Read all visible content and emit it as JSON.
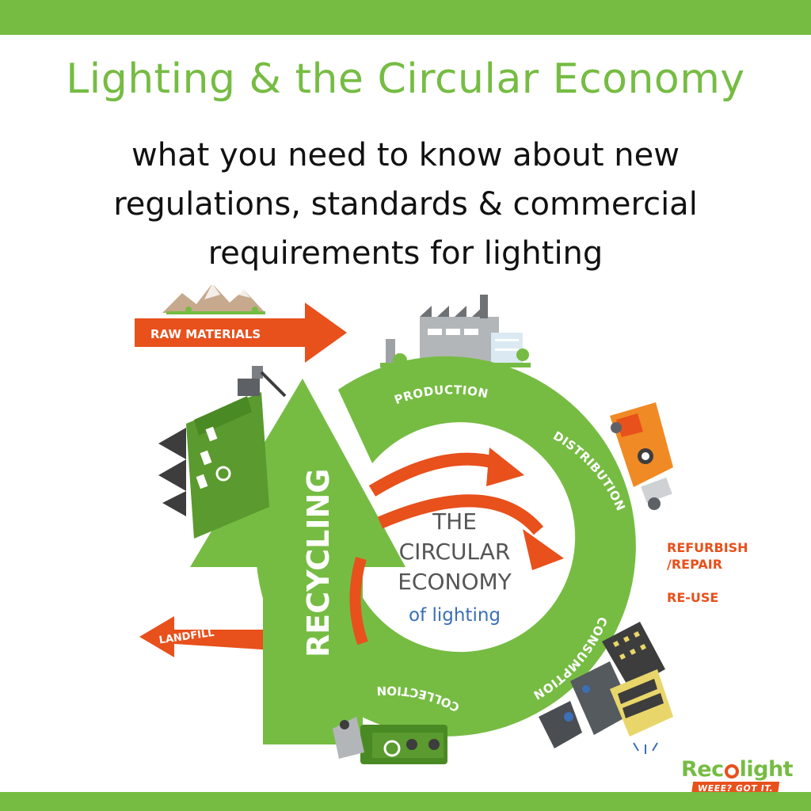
{
  "header": {
    "title": "Lighting & the Circular Economy",
    "subtitle_lines": [
      "what you need to know about new",
      "regulations, standards & commercial",
      "requirements for lighting"
    ]
  },
  "diagram": {
    "center_lines": [
      "THE",
      "CIRCULAR",
      "ECONOMY"
    ],
    "center_sub": "of lighting",
    "stages": [
      "PRODUCTION",
      "DISTRIBUTION",
      "CONSUMPTION",
      "COLLECTION"
    ],
    "recycling": "RECYCLING",
    "raw_materials": "RAW MATERIALS",
    "landfill": "LANDFILL",
    "refurbish": [
      "REFURBISH",
      "/REPAIR"
    ],
    "reuse": "RE-USE"
  },
  "logo": {
    "word_left": "Rec",
    "word_right": "light",
    "tagline": "WEEE? GOT IT."
  },
  "colors": {
    "green": "#76bc43",
    "orange": "#e8501c",
    "text": "#111111",
    "center_text": "#555555",
    "center_sub": "#3b6fb6"
  },
  "icons": [
    "mountains-icon",
    "factory-icon",
    "truck-icon",
    "buildings-icon",
    "collection-truck-icon",
    "recycling-plant-icon"
  ]
}
